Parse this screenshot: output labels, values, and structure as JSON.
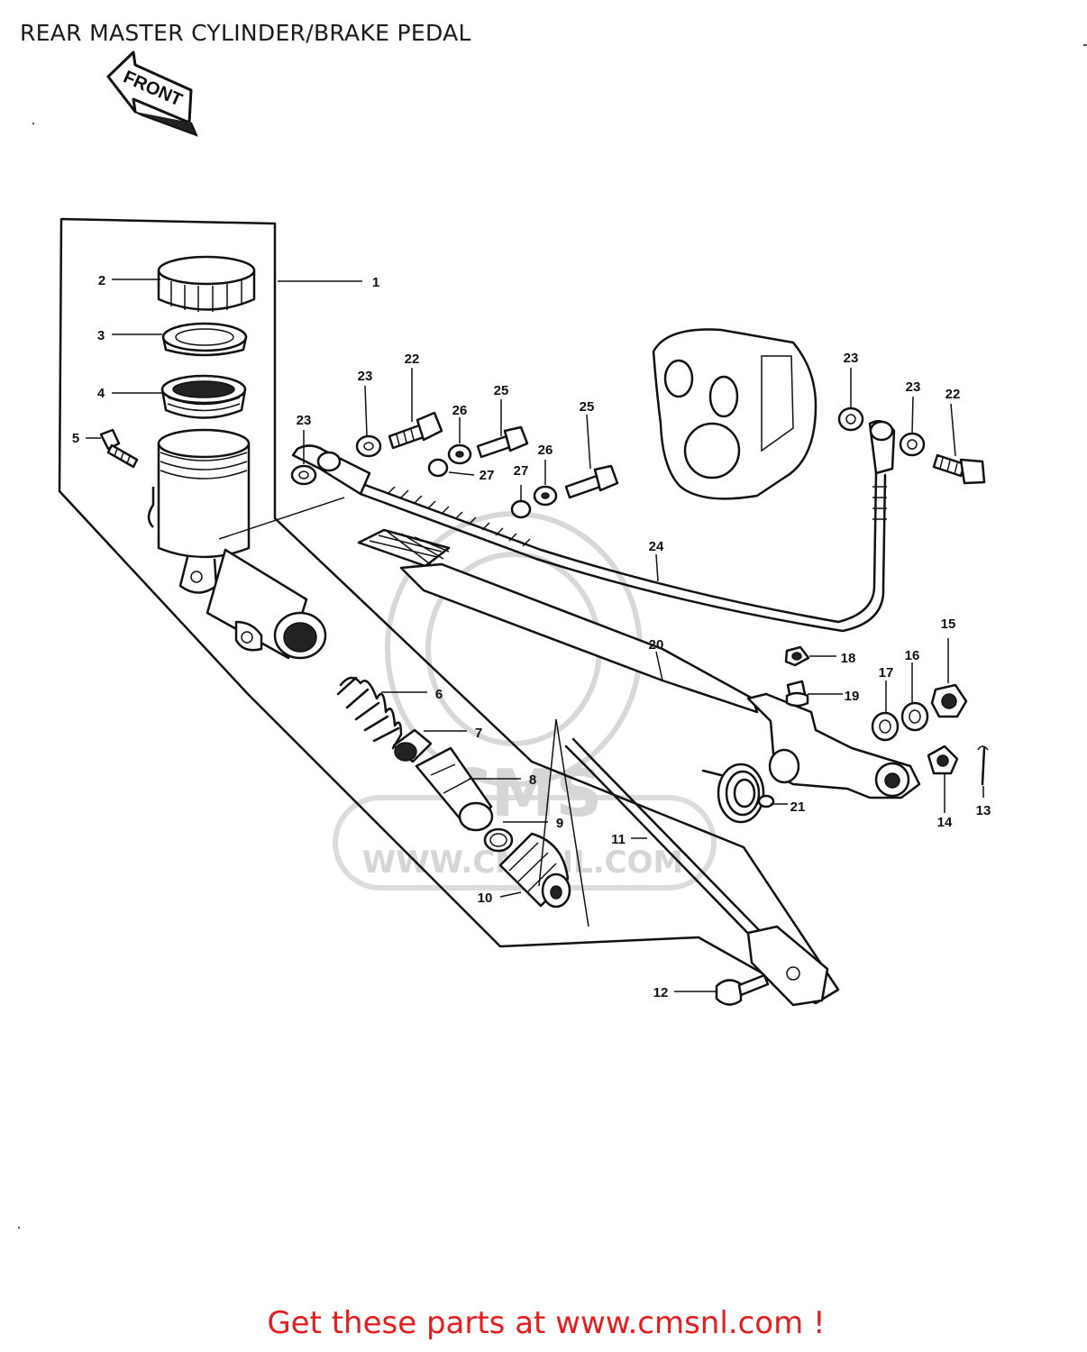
{
  "header": {
    "title": "REAR MASTER CYLINDER/BRAKE PEDAL"
  },
  "direction_tag": "FRONT",
  "watermark": {
    "brand": "CMS",
    "url": "WWW.CMSNL.COM"
  },
  "callouts": [
    {
      "id": "c1",
      "label": "1"
    },
    {
      "id": "c2",
      "label": "2"
    },
    {
      "id": "c3",
      "label": "3"
    },
    {
      "id": "c4",
      "label": "4"
    },
    {
      "id": "c5",
      "label": "5"
    },
    {
      "id": "c6",
      "label": "6"
    },
    {
      "id": "c7",
      "label": "7"
    },
    {
      "id": "c8",
      "label": "8"
    },
    {
      "id": "c9",
      "label": "9"
    },
    {
      "id": "c10",
      "label": "10"
    },
    {
      "id": "c11",
      "label": "11"
    },
    {
      "id": "c12",
      "label": "12"
    },
    {
      "id": "c13",
      "label": "13"
    },
    {
      "id": "c14",
      "label": "14"
    },
    {
      "id": "c15",
      "label": "15"
    },
    {
      "id": "c16",
      "label": "16"
    },
    {
      "id": "c17",
      "label": "17"
    },
    {
      "id": "c18",
      "label": "18"
    },
    {
      "id": "c19",
      "label": "19"
    },
    {
      "id": "c20",
      "label": "20"
    },
    {
      "id": "c21",
      "label": "21"
    },
    {
      "id": "c22a",
      "label": "22"
    },
    {
      "id": "c22b",
      "label": "22"
    },
    {
      "id": "c23a",
      "label": "23"
    },
    {
      "id": "c23b",
      "label": "23"
    },
    {
      "id": "c23c",
      "label": "23"
    },
    {
      "id": "c23d",
      "label": "23"
    },
    {
      "id": "c24",
      "label": "24"
    },
    {
      "id": "c25a",
      "label": "25"
    },
    {
      "id": "c25b",
      "label": "25"
    },
    {
      "id": "c26a",
      "label": "26"
    },
    {
      "id": "c26b",
      "label": "26"
    },
    {
      "id": "c27a",
      "label": "27"
    },
    {
      "id": "c27b",
      "label": "27"
    }
  ],
  "footer": {
    "link_text": "Get these parts at www.cmsnl.com !"
  }
}
